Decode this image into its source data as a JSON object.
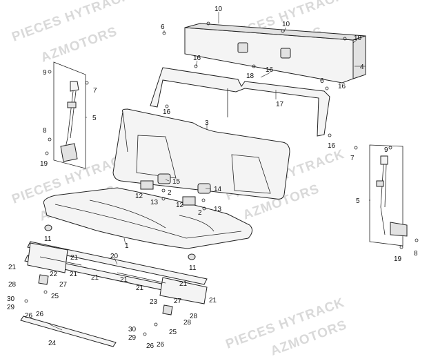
{
  "watermarks": [
    {
      "text": "PIECES HYTRACK"
    },
    {
      "text": "AZMOTORS"
    },
    {
      "text": "PIECES HYTRACK"
    },
    {
      "text": "AZMOTORS"
    },
    {
      "text": "PIECES HYTRACK"
    },
    {
      "text": "AZMOTORS"
    },
    {
      "text": "PIECES HYTRACK"
    },
    {
      "text": "AZMOTORS"
    },
    {
      "text": "PIECES HYTRACK"
    },
    {
      "text": "AZMOTORS"
    }
  ],
  "labels": {
    "p10a": "10",
    "p10b": "10",
    "p10c": "10",
    "p6a": "6",
    "p6b": "6",
    "p4": "4",
    "p16a": "16",
    "p16b": "16",
    "p16c": "16",
    "p16d": "16",
    "p16e": "16",
    "p18": "18",
    "p17": "17",
    "p3": "3",
    "p9a": "9",
    "p7a": "7",
    "p5a": "5",
    "p8a": "8",
    "p19a": "19",
    "p9b": "9",
    "p7b": "7",
    "p5b": "5",
    "p8b": "8",
    "p19b": "19",
    "p15": "15",
    "p12a": "12",
    "p13a": "13",
    "p2a": "2",
    "p14": "14",
    "p12b": "12",
    "p2b": "2",
    "p13b": "13",
    "p11a": "11",
    "p11b": "11",
    "p1": "1",
    "p20": "20",
    "p21a": "21",
    "p21b": "21",
    "p21c": "21",
    "p21d": "21",
    "p21e": "21",
    "p21f": "21",
    "p21g": "21",
    "p21h": "21",
    "p22": "22",
    "p28a": "28",
    "p27a": "27",
    "p25a": "25",
    "p30a": "30",
    "p29a": "29",
    "p26a": "26",
    "p26b": "26",
    "p23": "23",
    "p27b": "27",
    "p28b": "28",
    "p28c": "28",
    "p25b": "25",
    "p30b": "30",
    "p29b": "29",
    "p26c": "26",
    "p26d": "26",
    "p24": "24"
  }
}
